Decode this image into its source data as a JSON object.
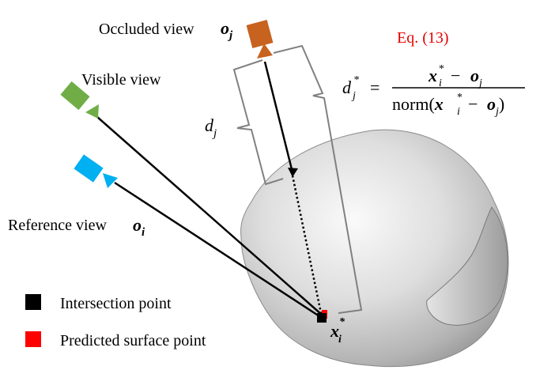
{
  "labels": {
    "occluded": "Occluded view",
    "occluded_symbol": "o",
    "occluded_sub": "j",
    "visible": "Visible view",
    "reference": "Reference view",
    "reference_symbol": "o",
    "reference_sub": "i",
    "dj": "d",
    "dj_sub": "j",
    "point": "x",
    "point_sub": "i",
    "point_sup": "*"
  },
  "equation": {
    "ref": "Eq. (13)",
    "lhs": "d",
    "lhs_sub": "j",
    "lhs_sup": "*",
    "equals": "=",
    "num_x": "x",
    "num_x_sub": "i",
    "num_x_sup": "*",
    "num_minus": "−",
    "num_o": "o",
    "num_o_sub": "j",
    "den_open": "norm(",
    "den_x": "x",
    "den_x_sub": "i",
    "den_x_sup": "*",
    "den_minus": "−",
    "den_o": "o",
    "den_o_sub": "j",
    "den_close": ")"
  },
  "legend": [
    {
      "label": "Intersection point",
      "color": "#000000"
    },
    {
      "label": "Predicted surface point",
      "color": "#ff0000"
    }
  ],
  "colors": {
    "occluded_camera": "#c8621f",
    "visible_camera": "#70ad47",
    "reference_camera": "#00b0f0",
    "equation_ref": "#e60000",
    "bracket": "#808080"
  }
}
